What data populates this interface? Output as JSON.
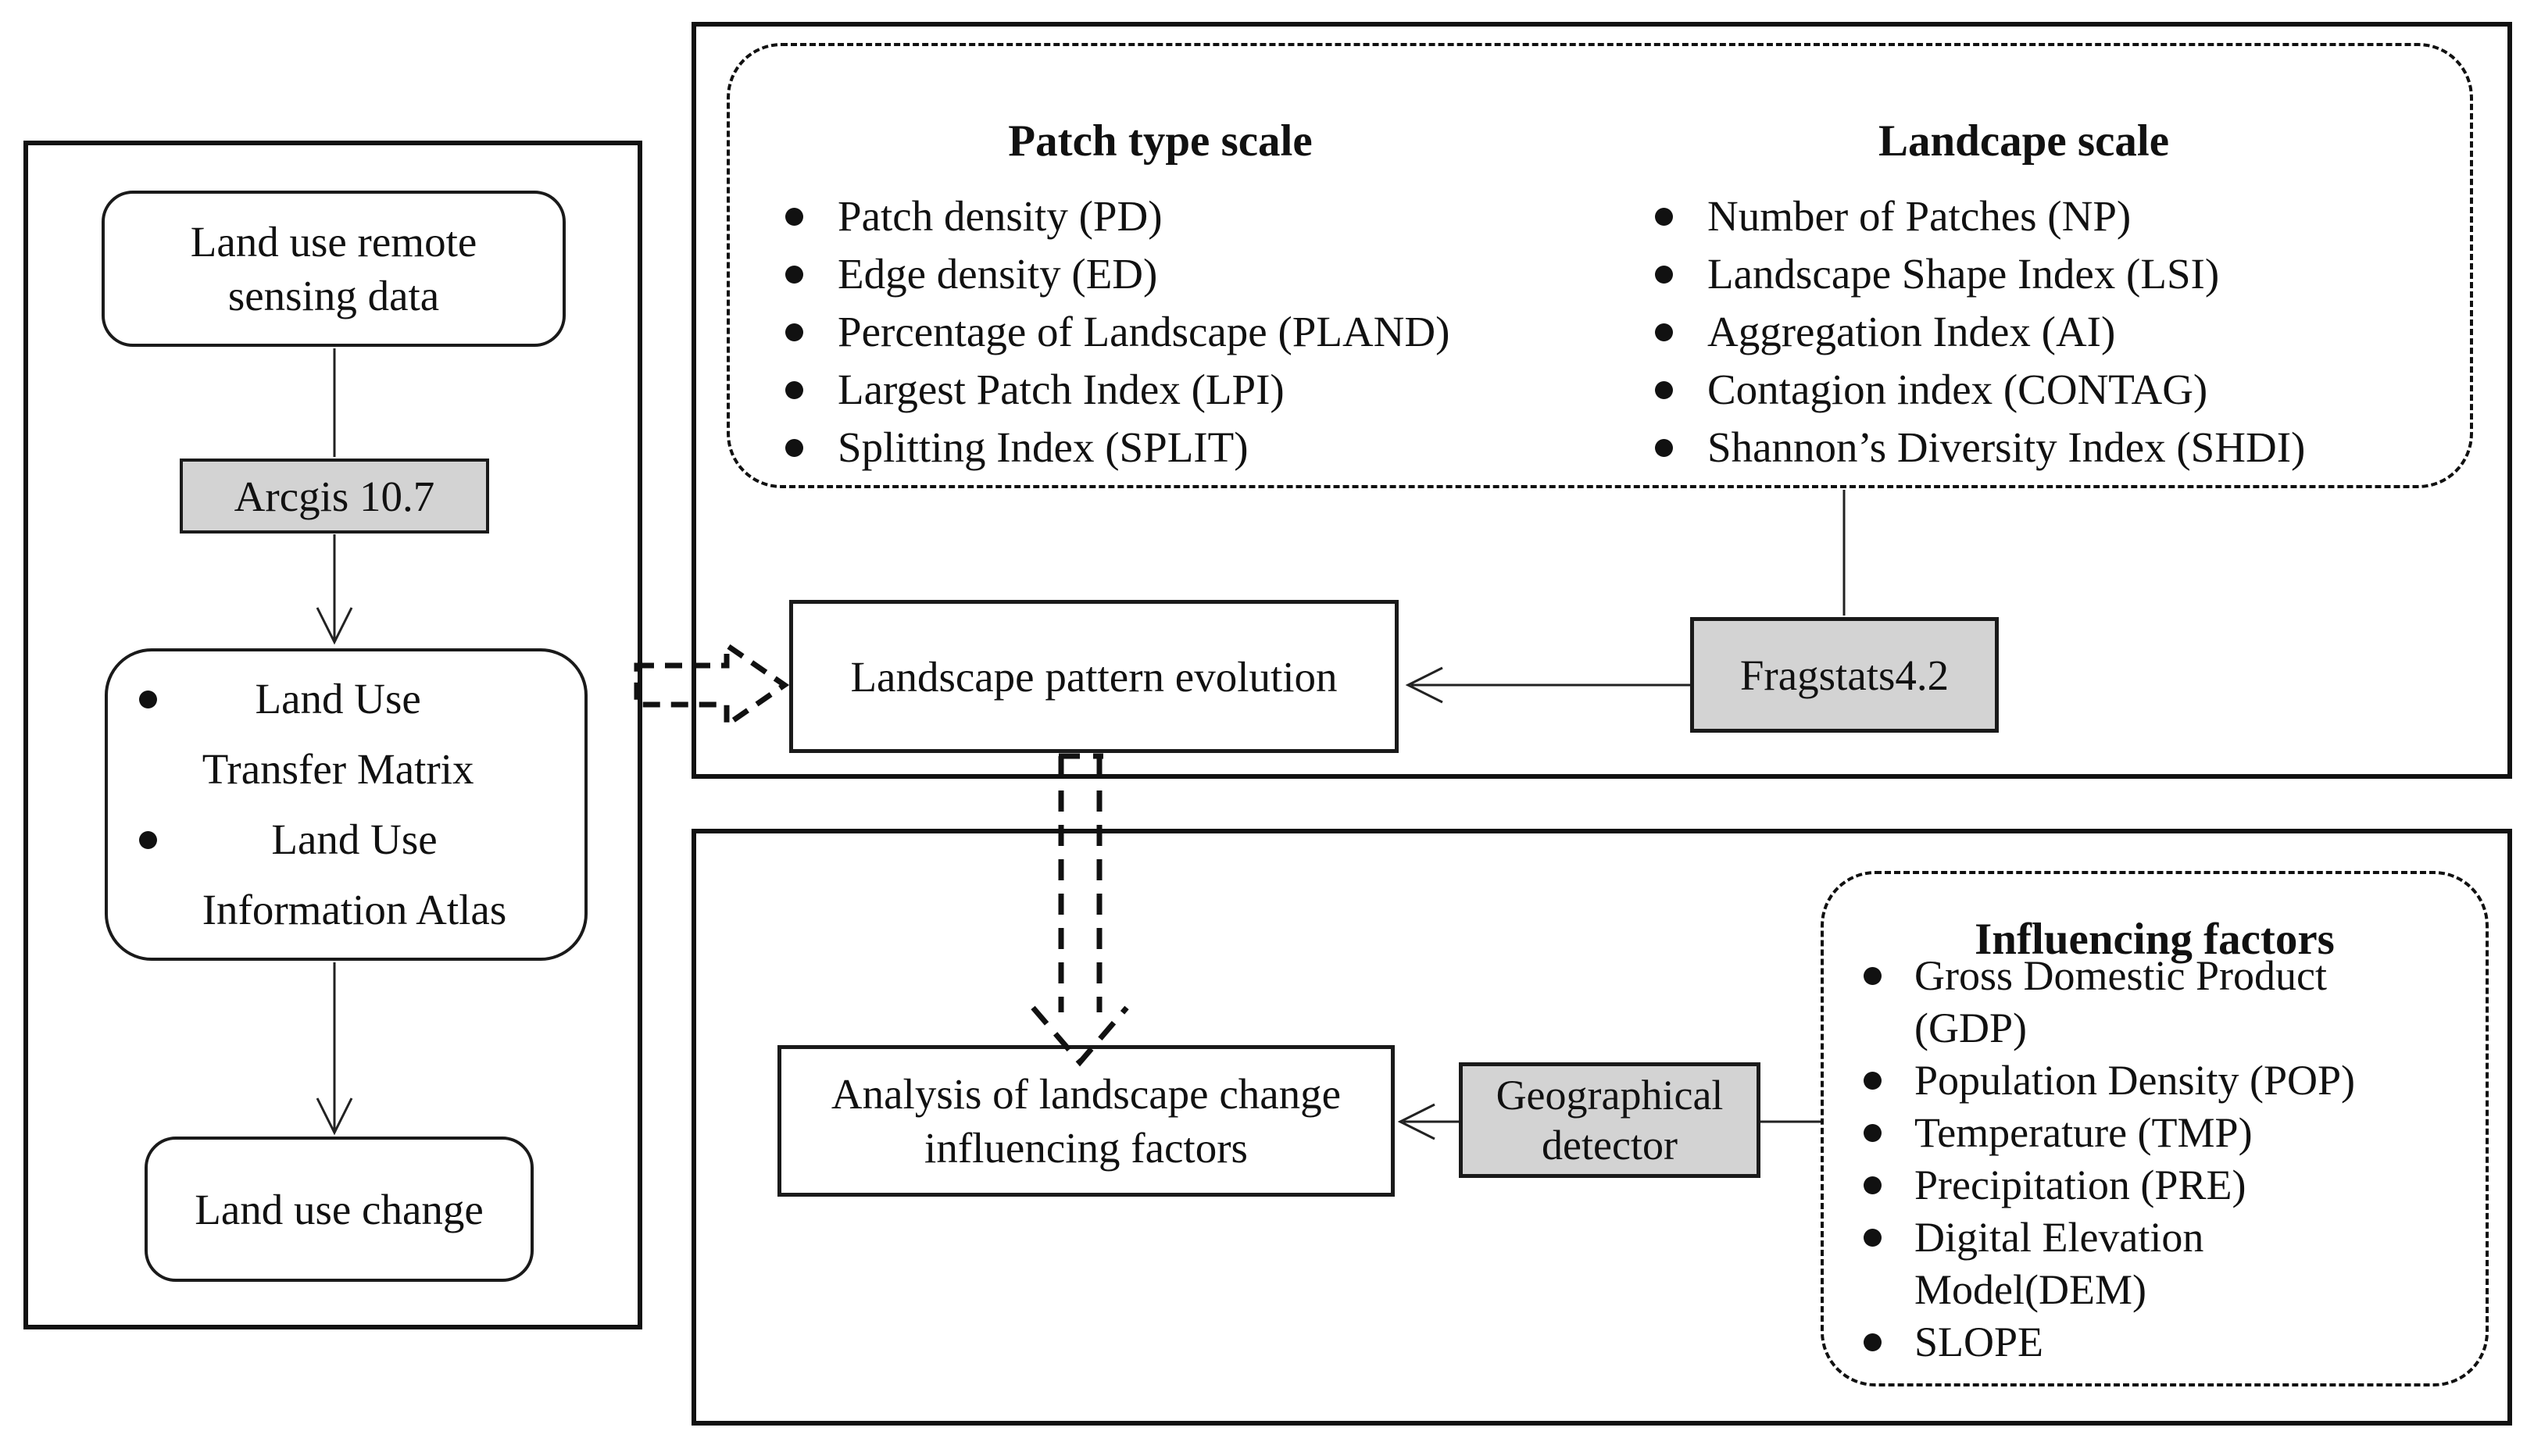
{
  "left_panel": {
    "remote_sensing_label": "Land use remote\nsensing data",
    "arcgis_label": "Arcgis 10.7",
    "outputs": [
      "Land Use\nTransfer Matrix",
      "Land Use\nInformation Atlas"
    ],
    "land_use_change_label": "Land use change"
  },
  "pattern_panel": {
    "patch_scale": {
      "title": "Patch type scale",
      "items": [
        "Patch density (PD)",
        "Edge density (ED)",
        "Percentage of Landscape (PLAND)",
        "Largest Patch Index (LPI)",
        "Splitting Index (SPLIT)"
      ]
    },
    "landscape_scale": {
      "title": "Landcape scale",
      "items": [
        "Number of Patches (NP)",
        "Landscape Shape Index (LSI)",
        "Aggregation Index (AI)",
        "Contagion index (CONTAG)",
        "Shannon’s Diversity Index (SHDI)"
      ]
    },
    "fragstats_label": "Fragstats4.2",
    "pattern_evolution_label": "Landscape pattern evolution"
  },
  "factors_panel": {
    "influencing": {
      "title": "Influencing factors",
      "items": [
        "Gross Domestic Product\n(GDP)",
        "Population Density (POP)",
        "Temperature (TMP)",
        "Precipitation (PRE)",
        "Digital Elevation\nModel(DEM)",
        "SLOPE"
      ]
    },
    "geo_detector_label": "Geographical\ndetector",
    "analysis_label": "Analysis of landscape change\ninfluencing factors"
  },
  "colors": {
    "tool_fill": "#d3d3d3",
    "line": "#1a1a1a",
    "background": "#ffffff"
  }
}
